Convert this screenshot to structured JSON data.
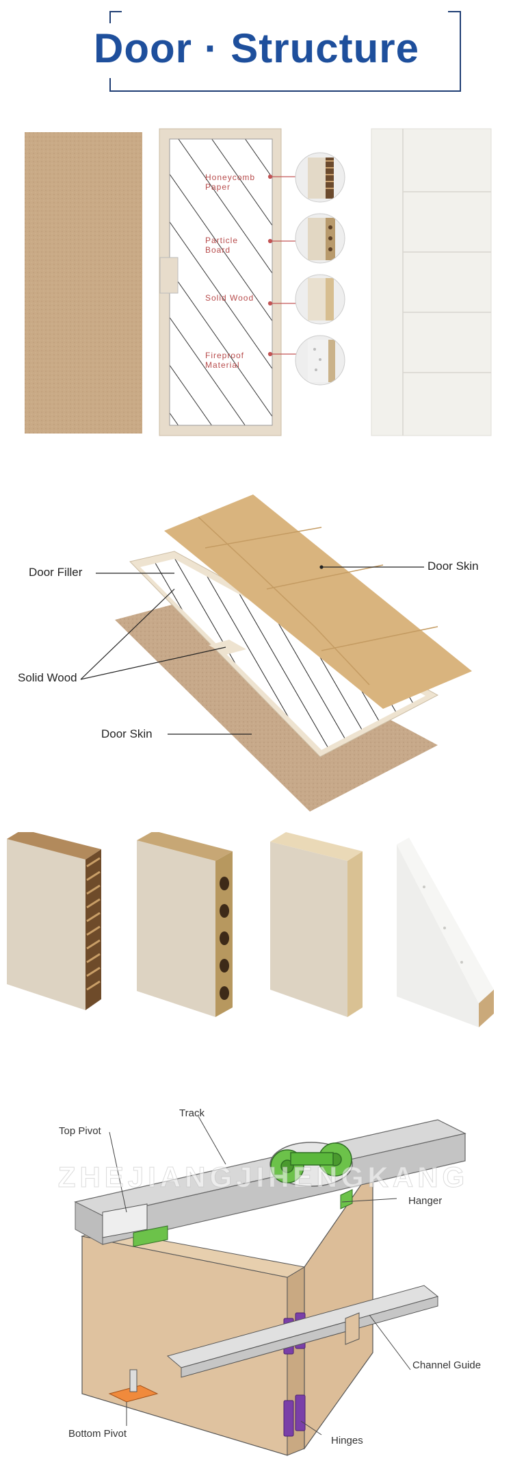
{
  "header": {
    "title": "Door · Structure"
  },
  "structure_panel": {
    "labels": [
      {
        "line1": "Honeycomb",
        "line2": "Paper"
      },
      {
        "line1": "Particle",
        "line2": "Board"
      },
      {
        "line1": "Solid Wood",
        "line2": ""
      },
      {
        "line1": "Fireproof",
        "line2": "Material"
      }
    ]
  },
  "exploded_view": {
    "door_filler": "Door Filler",
    "door_skin_top": "Door Skin",
    "solid_wood": "Solid Wood",
    "door_skin_bottom": "Door Skin"
  },
  "hardware": {
    "track": "Track",
    "top_pivot": "Top Pivot",
    "hanger": "Hanger",
    "channel_guide": "Channel Guide",
    "bottom_pivot": "Bottom Pivot",
    "hinges": "Hinges",
    "watermark": "ZHEJIANGJIHENGKANG"
  },
  "colors": {
    "title_blue": "#1e4f9c",
    "border_blue": "#1e3d73",
    "label_red": "#b74b4b",
    "hinge_purple": "#7a3fa8",
    "hanger_green": "#52b83a"
  }
}
